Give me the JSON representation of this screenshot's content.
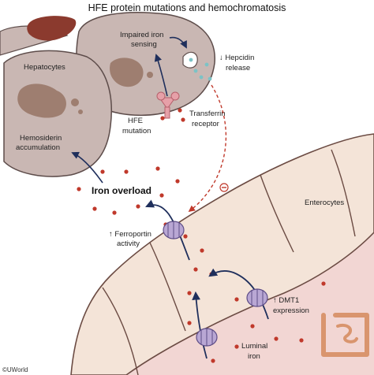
{
  "title": "HFE protein mutations and hemochromatosis",
  "labels": {
    "hepatocytes": "Hepatocytes",
    "impaired_iron_1": "Impaired iron",
    "impaired_iron_2": "sensing",
    "hepcidin_1": "↓ Hepcidin",
    "hepcidin_2": "release",
    "transferrin_1": "Transferrin",
    "transferrin_2": "receptor",
    "hfe_1": "HFE",
    "hfe_2": "mutation",
    "hemosiderin_1": "Hemosiderin",
    "hemosiderin_2": "accumulation",
    "iron_overload": "Iron overload",
    "enterocytes": "Enterocytes",
    "ferroportin_1": "↑ Ferroportin",
    "ferroportin_2": "activity",
    "dmt1_1": "↑ DMT1",
    "dmt1_2": "expression",
    "luminal_1": "Luminal",
    "luminal_2": "iron",
    "credit": "©UWorld"
  },
  "colors": {
    "cell_fill": "#c9b7b3",
    "cell_stroke": "#5d4c4a",
    "hemosiderin": "#9e7e70",
    "enterocyte_fill": "#f4e4d8",
    "enterocyte_stroke": "#6b4b43",
    "lumen": "#f2d6d3",
    "arrow": "#1f2f5c",
    "iron_dot": "#c0392b",
    "hepcidin_dot": "#7cc3c6",
    "transporter": "#b9a7d4",
    "receptor": "#e6a0a8",
    "liver": "#8b3a2e",
    "intestine": "#d9956e"
  },
  "icons": [
    "liver-icon",
    "intestine-icon",
    "transferrin-receptor-icon",
    "ferroportin-icon",
    "dmt1-icon"
  ]
}
